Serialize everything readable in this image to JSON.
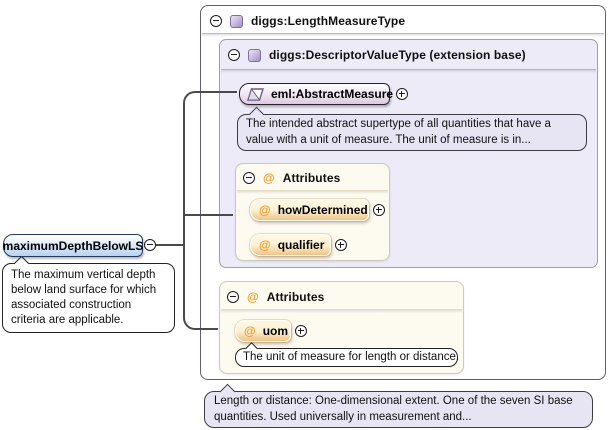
{
  "colors": {
    "element_fill": "#b7d2f1",
    "element_border": "#223a5e",
    "type_icon_purple": "#a18fc6",
    "attribute_orange": "#ef9d2f",
    "attr_tag_fill": "#f1c385",
    "note_fill": "#e7e4f4",
    "extension_box_fill": "#edebf7",
    "attrs_box_fill": "#fdfaf0",
    "connector": "#4a4a4a"
  },
  "element": {
    "name": "maximumDepthBelowLS",
    "annotation": "The maximum vertical depth below land surface for which associated construction criteria are applicable."
  },
  "panel": {
    "title": "diggs:LengthMeasureType",
    "annotation": "Length or distance: One-dimensional extent. One of the seven SI base quantities. Used universally in measurement and...",
    "extension": {
      "title": "diggs:DescriptorValueType (extension base)",
      "base": {
        "name": "eml:AbstractMeasure",
        "annotation": "The intended abstract supertype of all quantities that have a value with a unit of measure. The unit of measure is in..."
      },
      "attributes_section": {
        "label": "Attributes",
        "at_glyph": "@",
        "items": [
          {
            "name": "howDetermined"
          },
          {
            "name": "qualifier"
          }
        ]
      }
    },
    "attributes_section": {
      "label": "Attributes",
      "at_glyph": "@",
      "items": [
        {
          "name": "uom",
          "annotation": "The unit of measure for length or distance."
        }
      ]
    }
  }
}
